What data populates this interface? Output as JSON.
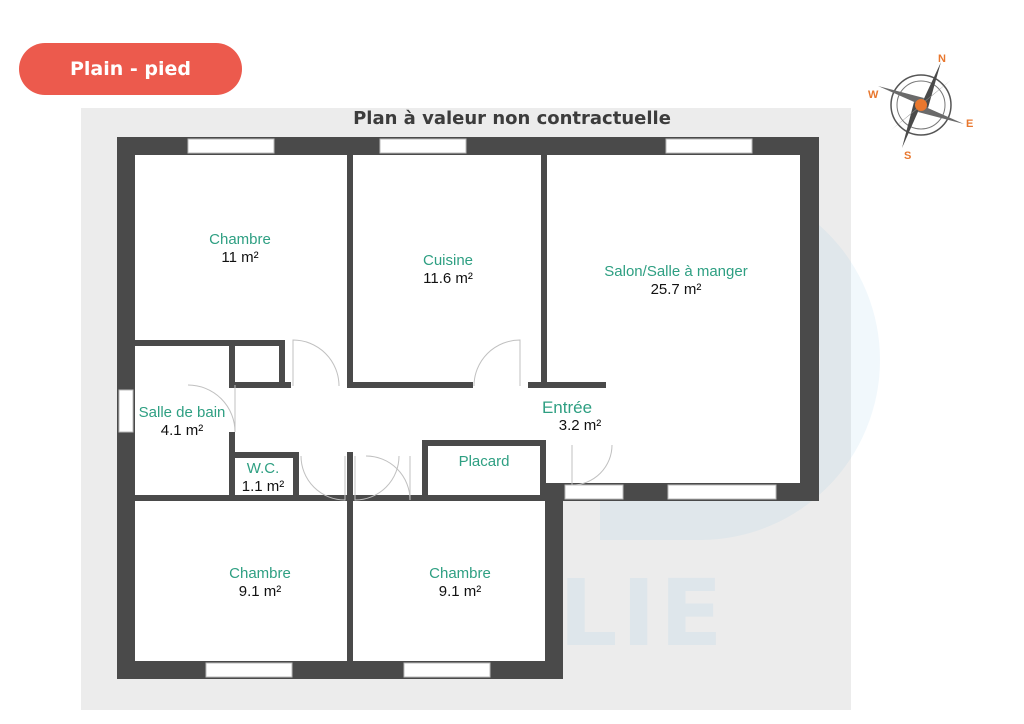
{
  "header": {
    "badge_label": "Plain - pied"
  },
  "plan": {
    "title": "Plan à valeur non contractuelle",
    "watermark": "IMMOBILIE"
  },
  "compass": {
    "north": "N",
    "east": "E",
    "south": "S",
    "west": "W",
    "color": "#e8772e"
  },
  "rooms": {
    "chambre1": {
      "name": "Chambre",
      "area": "11 m²"
    },
    "cuisine": {
      "name": "Cuisine",
      "area": "11.6 m²"
    },
    "salon": {
      "name": "Salon/Salle à manger",
      "area": "25.7 m²"
    },
    "sdb": {
      "name": "Salle de bain",
      "area": "4.1 m²"
    },
    "entree": {
      "name": "Entrée",
      "area": "3.2 m²"
    },
    "wc": {
      "name": "W.C.",
      "area": "1.1 m²"
    },
    "placard": {
      "name": "Placard",
      "area": ""
    },
    "chambre2": {
      "name": "Chambre",
      "area": "9.1 m²"
    },
    "chambre3": {
      "name": "Chambre",
      "area": "9.1 m²"
    }
  },
  "colors": {
    "badge": "#ec5a4d",
    "wall": "#4a4a4a",
    "room_name": "#2e9f82",
    "plan_bg": "#ececec"
  }
}
